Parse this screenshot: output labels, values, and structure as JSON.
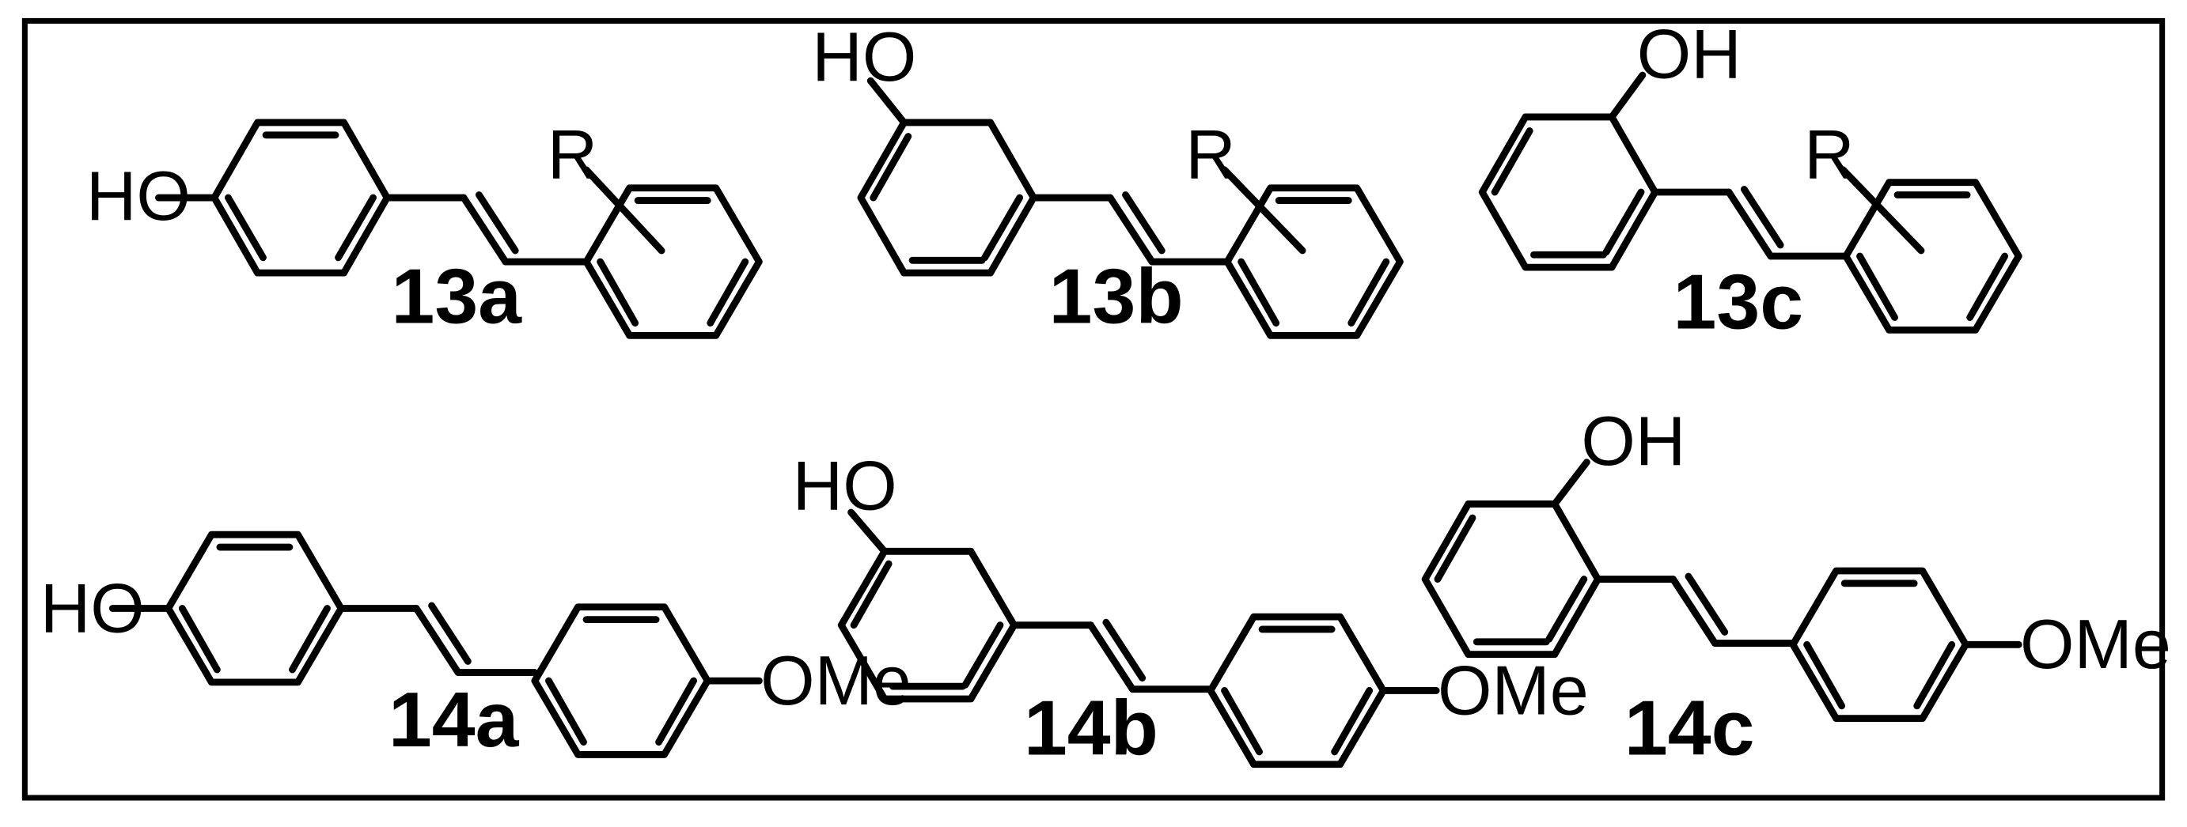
{
  "compounds": [
    {
      "label": "13a",
      "hydroxy": "HO",
      "substituent": "R"
    },
    {
      "label": "13b",
      "hydroxy": "HO",
      "substituent": "R"
    },
    {
      "label": "13c",
      "hydroxy": "OH",
      "substituent": "R"
    },
    {
      "label": "14a",
      "hydroxy": "HO",
      "substituent": "OMe"
    },
    {
      "label": "14b",
      "hydroxy": "HO",
      "substituent": "OMe"
    },
    {
      "label": "14c",
      "hydroxy": "OH",
      "substituent": "OMe"
    }
  ]
}
